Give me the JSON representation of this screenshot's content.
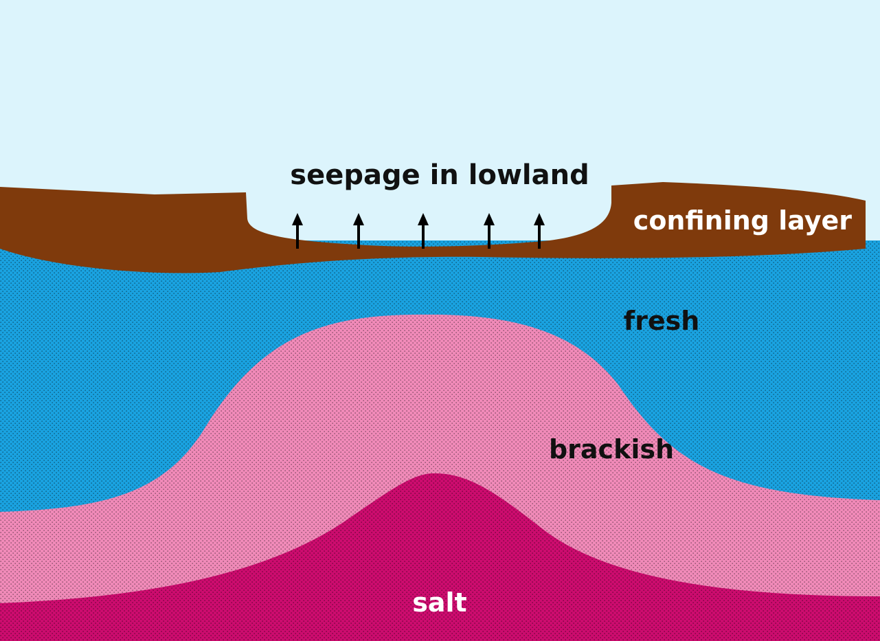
{
  "labels": {
    "seepage": "seepage in lowland",
    "confining": "confining layer",
    "fresh": "fresh",
    "brackish": "brackish",
    "salt": "salt"
  },
  "colors": {
    "sky": "#dcf4fc",
    "confining_layer": "#7f3a0c",
    "fresh": "#1aa2e0",
    "brackish": "#f08ab8",
    "salt": "#cc0c6e",
    "dark_text": "#111111",
    "light_text": "#ffffff"
  },
  "arrow_count": 5
}
